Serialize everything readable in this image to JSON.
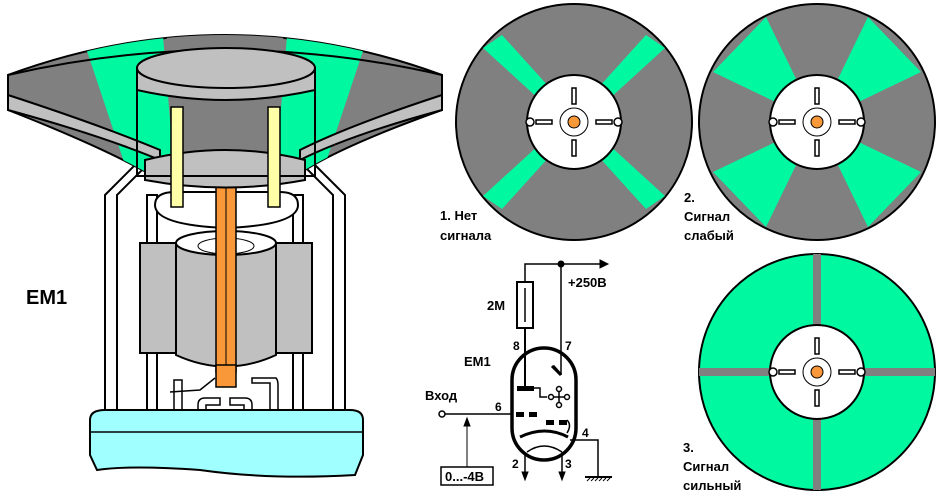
{
  "title": "EM1",
  "colors": {
    "screen_green": "#00f8a0",
    "shadow_gray": "#808080",
    "metal_light": "#c0c0c0",
    "glass_base": "#a0ffff",
    "cathode_orange": "#f89838",
    "support_yellow": "#ffffa8",
    "outline": "#000000",
    "background": "#ffffff"
  },
  "tube_drawing": {
    "label": "EM1"
  },
  "indicator_states": [
    {
      "number": "1.",
      "line1": "1. Нет",
      "line2": "сигнала",
      "state": "no-signal",
      "green_fraction": 0.12
    },
    {
      "number": "2.",
      "line1": "2.",
      "line2": "Сигнал",
      "line3": "слабый",
      "state": "weak-signal",
      "green_fraction": 0.5
    },
    {
      "number": "3.",
      "line1": "3.",
      "line2": "Сигнал",
      "line3": "сильный",
      "state": "strong-signal",
      "green_fraction": 0.95
    }
  ],
  "schematic": {
    "tube_label": "EM1",
    "resistor_label": "2M",
    "supply_label": "+250В",
    "input_label": "Вход",
    "input_range_label": "0...-4В",
    "pins": [
      "8",
      "7",
      "6",
      "4",
      "2",
      "3"
    ]
  }
}
